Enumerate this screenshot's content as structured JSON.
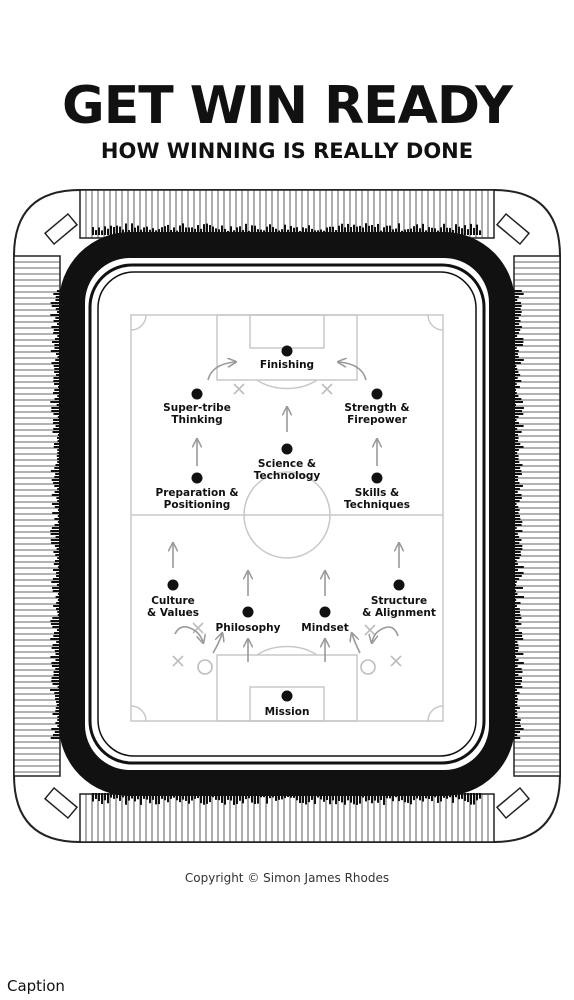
{
  "header": {
    "title": "GET WIN READY",
    "subtitle": "HOW WINNING IS REALLY DONE"
  },
  "nodes": [
    {
      "id": "finishing",
      "label": "Finishing"
    },
    {
      "id": "super-tribe-thinking",
      "label": "Super-tribe\nThinking"
    },
    {
      "id": "strength-firepower",
      "label": "Strength &\nFirepower"
    },
    {
      "id": "science-technology",
      "label": "Science &\nTechnology"
    },
    {
      "id": "preparation-positioning",
      "label": "Preparation &\nPositioning"
    },
    {
      "id": "skills-techniques",
      "label": "Skills &\nTechniques"
    },
    {
      "id": "culture-values",
      "label": "Culture\n& Values"
    },
    {
      "id": "structure-alignment",
      "label": "Structure\n& Alignment"
    },
    {
      "id": "philosophy",
      "label": "Philosophy"
    },
    {
      "id": "mindset",
      "label": "Mindset"
    },
    {
      "id": "mission",
      "label": "Mission"
    }
  ],
  "footer": {
    "copyright": "Copyright © Simon James Rhodes",
    "caption": "Caption"
  }
}
